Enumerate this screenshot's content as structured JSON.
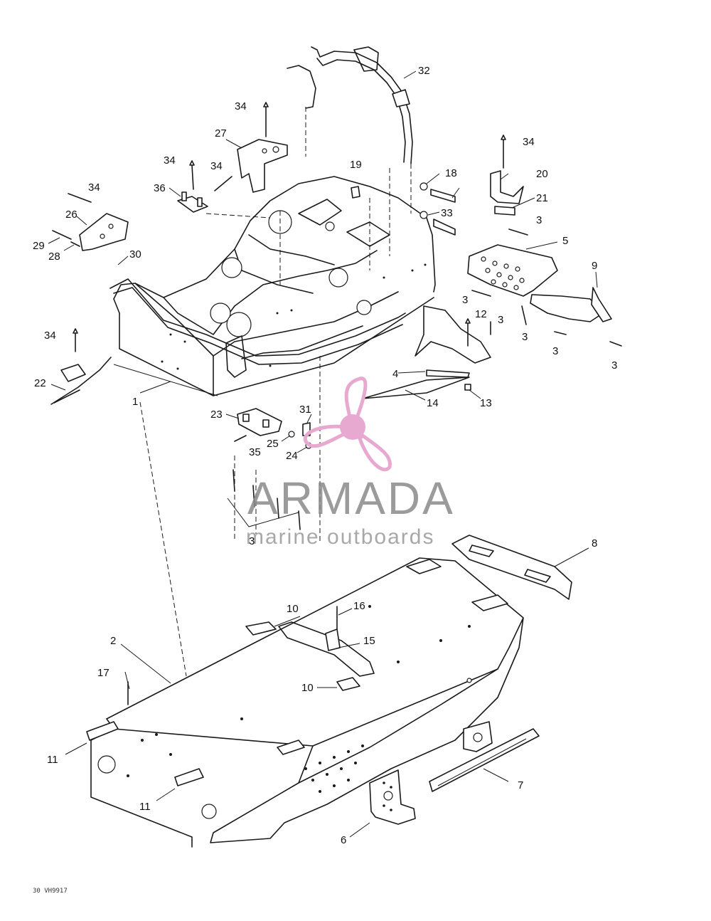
{
  "watermark": {
    "brand": "ARMADA",
    "tagline": "marine outboards",
    "accent": "#e7a9d0"
  },
  "figure_code": "30 VH9917",
  "callouts": [
    {
      "label": "1"
    },
    {
      "label": "2"
    },
    {
      "label": "3"
    },
    {
      "label": "3"
    },
    {
      "label": "3"
    },
    {
      "label": "3"
    },
    {
      "label": "3"
    },
    {
      "label": "3"
    },
    {
      "label": "3"
    },
    {
      "label": "4"
    },
    {
      "label": "5"
    },
    {
      "label": "6"
    },
    {
      "label": "7"
    },
    {
      "label": "8"
    },
    {
      "label": "9"
    },
    {
      "label": "10"
    },
    {
      "label": "10"
    },
    {
      "label": "11"
    },
    {
      "label": "11"
    },
    {
      "label": "12"
    },
    {
      "label": "13"
    },
    {
      "label": "14"
    },
    {
      "label": "15"
    },
    {
      "label": "16"
    },
    {
      "label": "17"
    },
    {
      "label": "18"
    },
    {
      "label": "19"
    },
    {
      "label": "20"
    },
    {
      "label": "21"
    },
    {
      "label": "22"
    },
    {
      "label": "23"
    },
    {
      "label": "24"
    },
    {
      "label": "25"
    },
    {
      "label": "26"
    },
    {
      "label": "27"
    },
    {
      "label": "28"
    },
    {
      "label": "29"
    },
    {
      "label": "30"
    },
    {
      "label": "31"
    },
    {
      "label": "32"
    },
    {
      "label": "33"
    },
    {
      "label": "34"
    },
    {
      "label": "34"
    },
    {
      "label": "34"
    },
    {
      "label": "34"
    },
    {
      "label": "34"
    },
    {
      "label": "34"
    },
    {
      "label": "35"
    },
    {
      "label": "36"
    }
  ]
}
